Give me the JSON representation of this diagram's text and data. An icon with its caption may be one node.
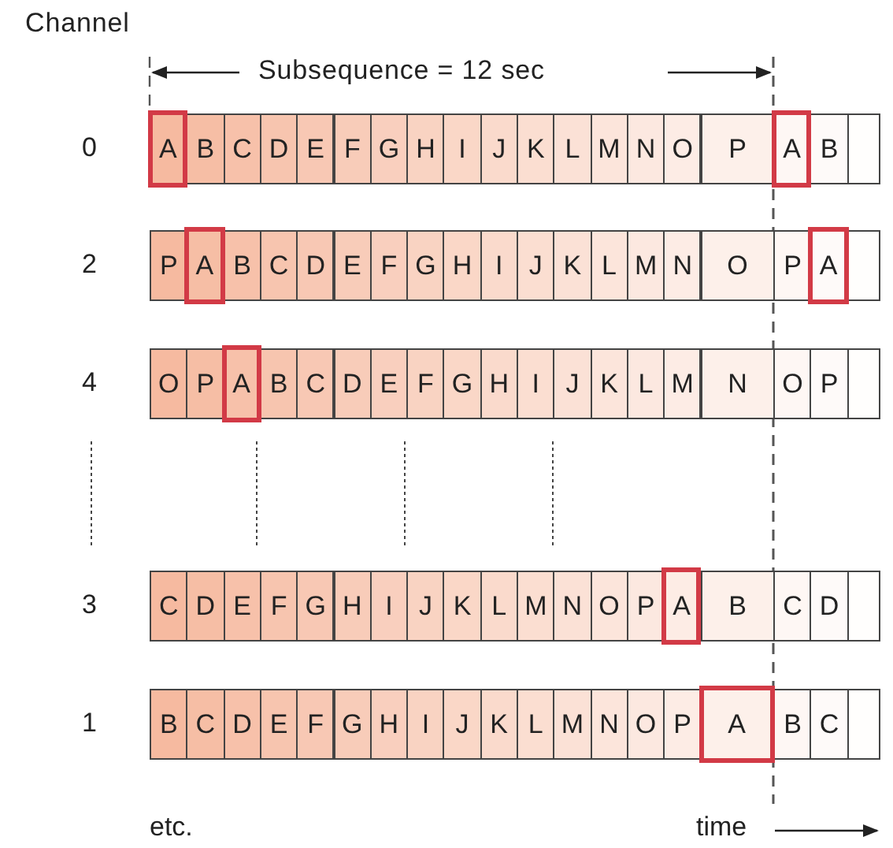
{
  "diagram": {
    "nodes": [
      {
        "text": [
          "0"
        ]
      },
      {
        "text": [
          "A"
        ],
        "in": 0
      },
      {
        "text": [
          "B"
        ],
        "in": 0
      },
      {
        "text": [
          "C"
        ],
        "in": 0
      },
      {
        "text": [
          "D"
        ],
        "in": 0
      },
      {
        "text": [
          "E"
        ],
        "in": 0
      },
      {
        "text": [
          "F"
        ],
        "in": 0
      },
      {
        "text": [
          "G"
        ],
        "in": 0
      },
      {
        "text": [
          "H"
        ],
        "in": 0
      },
      {
        "text": [
          "I"
        ],
        "in": 0
      },
      {
        "text": [
          "J"
        ],
        "in": 0
      },
      {
        "text": [
          "K"
        ],
        "in": 0
      },
      {
        "text": [
          "L"
        ],
        "in": 0
      },
      {
        "text": [
          "M"
        ],
        "in": 0
      },
      {
        "text": [
          "N"
        ],
        "in": 0
      },
      {
        "text": [
          "O"
        ],
        "in": 0
      },
      {
        "text": [
          "P"
        ],
        "in": 0
      },
      {
        "text": [
          "A"
        ],
        "in": 0
      },
      {
        "text": [
          "B"
        ],
        "in": 0
      },
      {
        "text": [],
        "shape": "box",
        "in": 0
      },
      {
        "text": [
          "2"
        ]
      },
      {
        "text": [
          "P"
        ],
        "in": 20
      },
      {
        "text": [
          "A"
        ],
        "in": 20
      },
      {
        "text": [
          "B"
        ],
        "in": 20
      },
      {
        "text": [
          "C"
        ],
        "in": 20
      },
      {
        "text": [
          "D"
        ],
        "in": 20
      },
      {
        "text": [
          "E"
        ],
        "in": 20
      },
      {
        "text": [
          "F"
        ],
        "in": 20
      },
      {
        "text": [
          "G"
        ],
        "in": 20
      },
      {
        "text": [
          "H"
        ],
        "in": 20
      },
      {
        "text": [
          "I"
        ],
        "in": 20
      },
      {
        "text": [
          "J"
        ],
        "in": 20
      },
      {
        "text": [
          "K"
        ],
        "in": 20
      },
      {
        "text": [
          "L"
        ],
        "in": 20
      },
      {
        "text": [
          "M"
        ],
        "in": 20
      },
      {
        "text": [
          "N"
        ],
        "in": 20
      },
      {
        "text": [
          "O"
        ],
        "in": 20
      },
      {
        "text": [
          "P"
        ],
        "in": 20
      },
      {
        "text": [
          "A"
        ],
        "in": 20
      },
      {
        "text": [],
        "shape": "box",
        "in": 20
      },
      {
        "text": [
          "4"
        ]
      },
      {
        "text": [
          "O"
        ],
        "in": 40
      },
      {
        "text": [
          "P"
        ],
        "in": 40
      },
      {
        "text": [
          "A"
        ],
        "in": 40
      },
      {
        "text": [
          "B"
        ],
        "in": 40
      },
      {
        "text": [
          "C"
        ],
        "in": 40
      },
      {
        "text": [
          "D"
        ],
        "in": 40
      },
      {
        "text": [
          "E"
        ],
        "in": 40
      },
      {
        "text": [
          "F"
        ],
        "in": 40
      },
      {
        "text": [
          "G"
        ],
        "in": 40
      },
      {
        "text": [
          "H"
        ],
        "in": 40
      },
      {
        "text": [
          "I"
        ],
        "in": 40
      },
      {
        "text": [
          "J"
        ],
        "in": 40
      },
      {
        "text": [
          "K"
        ],
        "in": 40
      },
      {
        "text": [
          "L"
        ],
        "in": 40
      },
      {
        "text": [
          "M"
        ],
        "in": 40
      },
      {
        "text": [
          "N"
        ],
        "in": 40
      },
      {
        "text": [
          "O"
        ],
        "in": 40
      },
      {
        "text": [
          "P"
        ],
        "in": 40
      },
      {
        "text": [],
        "shape": "box",
        "in": 40
      },
      {
        "text": [
          "3"
        ]
      },
      {
        "text": [
          "C"
        ],
        "in": 60
      },
      {
        "text": [
          "D"
        ],
        "in": 60
      },
      {
        "text": [
          "E"
        ],
        "in": 60
      },
      {
        "text": [
          "F"
        ],
        "in": 60
      },
      {
        "text": [
          "G"
        ],
        "in": 60
      },
      {
        "text": [
          "H"
        ],
        "in": 60
      },
      {
        "text": [
          "I"
        ],
        "in": 60
      },
      {
        "text": [
          "J"
        ],
        "in": 60
      },
      {
        "text": [
          "K"
        ],
        "in": 60
      },
      {
        "text": [
          "L"
        ],
        "in": 60
      },
      {
        "text": [
          "M"
        ],
        "in": 60
      },
      {
        "text": [
          "N"
        ],
        "in": 60
      },
      {
        "text": [
          "O"
        ],
        "in": 60
      },
      {
        "text": [
          "P"
        ],
        "in": 60
      },
      {
        "text": [
          "A"
        ],
        "in": 60
      },
      {
        "text": [
          "B"
        ],
        "in": 60
      },
      {
        "text": [
          "C"
        ],
        "in": 60
      },
      {
        "text": [
          "D"
        ],
        "in": 60
      },
      {
        "text": [],
        "shape": "box",
        "in": 60
      },
      {
        "text": [
          "1"
        ]
      },
      {
        "text": [
          "B"
        ],
        "in": 80
      },
      {
        "text": [
          "C"
        ],
        "in": 80
      },
      {
        "text": [
          "D"
        ],
        "in": 80
      },
      {
        "text": [
          "E"
        ],
        "in": 80
      },
      {
        "text": [
          "F"
        ],
        "in": 80
      },
      {
        "text": [
          "G"
        ],
        "in": 80
      },
      {
        "text": [
          "H"
        ],
        "in": 80
      },
      {
        "text": [
          "I"
        ],
        "in": 80
      },
      {
        "text": [
          "J"
        ],
        "in": 80
      },
      {
        "text": [
          "K"
        ],
        "in": 80
      },
      {
        "text": [
          "L"
        ],
        "in": 80
      },
      {
        "text": [
          "M"
        ],
        "in": 80
      },
      {
        "text": [
          "N"
        ],
        "in": 80
      },
      {
        "text": [
          "O"
        ],
        "in": 80
      },
      {
        "text": [
          "P"
        ],
        "in": 80
      },
      {
        "text": [
          "A"
        ],
        "in": 80
      },
      {
        "text": [
          "B"
        ],
        "in": 80
      },
      {
        "text": [
          "C"
        ],
        "in": 80
      },
      {
        "text": [],
        "shape": "box",
        "in": 80
      }
    ],
    "labels": [
      "Channel",
      "Subsequence = 12 sec",
      "etc.",
      "time"
    ]
  }
}
